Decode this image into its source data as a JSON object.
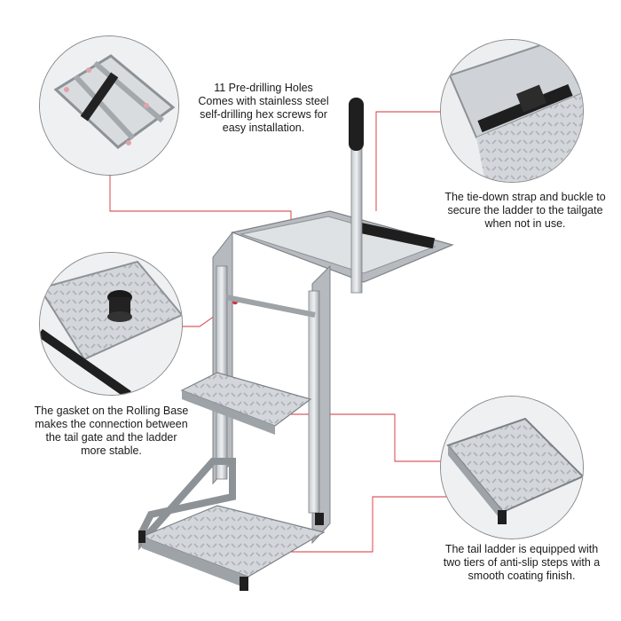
{
  "callouts": [
    {
      "id": "holes",
      "lines": [
        "11 Pre-drilling Holes",
        "Comes with stainless steel",
        "self-drilling hex screws for",
        "easy installation."
      ]
    },
    {
      "id": "strap",
      "lines": [
        "The tie-down strap and buckle to",
        "secure the ladder to the tailgate",
        "when not in use."
      ]
    },
    {
      "id": "gasket",
      "lines": [
        "The gasket on the Rolling Base",
        "makes the connection between",
        "the tail gate and the ladder",
        "more stable."
      ]
    },
    {
      "id": "steps",
      "lines": [
        "The tail ladder is equipped with",
        "two tiers of anti-slip steps with a",
        "smooth coating finish."
      ]
    }
  ],
  "colors": {
    "accent": "#d6303a",
    "frame": "#a9adb2",
    "frame_dark": "#7c8187",
    "plate": "#c9cdd1",
    "handle": "#222222",
    "leader": "#d6303a"
  },
  "icons": [
    "detail-zoom-circle"
  ]
}
